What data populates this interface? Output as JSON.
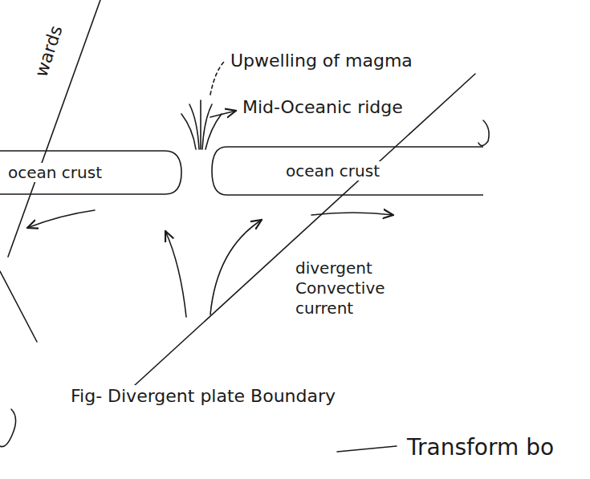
{
  "diagram": {
    "caption": "Fig- Divergent plate Boundary",
    "nodes": [
      {
        "text": [
          "ocean crust"
        ]
      },
      {
        "text": [
          "ocean crust"
        ]
      }
    ],
    "labels": [
      "wards",
      "Upwelling of magma",
      "Mid-Oceanic ridge",
      "divergent Convective current",
      "Transform bo"
    ]
  }
}
